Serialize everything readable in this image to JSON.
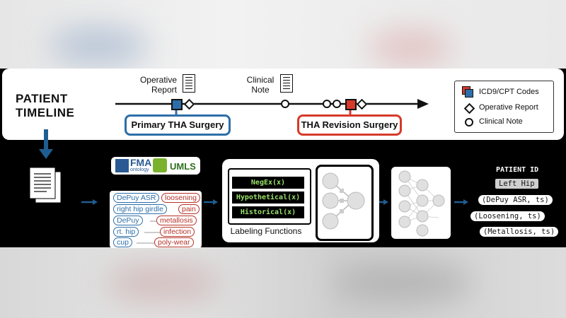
{
  "timeline": {
    "title_line1": "PATIENT",
    "title_line2": "TIMELINE",
    "operative_report_line1": "Operative",
    "operative_report_line2": "Report",
    "clinical_note_line1": "Clinical",
    "clinical_note_line2": "Note",
    "primary_surgery": "Primary THA Surgery",
    "revision_surgery": "THA Revision Surgery"
  },
  "legend": {
    "codes": "ICD9/CPT Codes",
    "operative": "Operative Report",
    "clinical": "Clinical Note"
  },
  "ontology": {
    "fma_big": "FMA",
    "fma_small": "ontology",
    "umls": "UMLS"
  },
  "entities": [
    {
      "left": "DePuy ASR",
      "right": "loosening"
    },
    {
      "left": "right hip girdle",
      "right": "pain"
    },
    {
      "left": "DePuy",
      "right": "metallosis"
    },
    {
      "left": "rt. hip",
      "right": "infection"
    },
    {
      "left": "cup",
      "right": "poly-wear"
    }
  ],
  "labeling": {
    "functions": [
      "NegEx(x)",
      "Hypothetical(x)",
      "Historical(x)"
    ],
    "caption": "Labeling Functions"
  },
  "output": {
    "header": "PATIENT ID",
    "left_hip": "Left Hip",
    "t1": "(DePuy ASR, ts)",
    "t2": "(Loosening, ts)",
    "t3": "(Metallosis, ts)"
  },
  "colors": {
    "blue": "#2d6ea8",
    "red": "#d63a2a",
    "code_green": "#9be36b"
  }
}
